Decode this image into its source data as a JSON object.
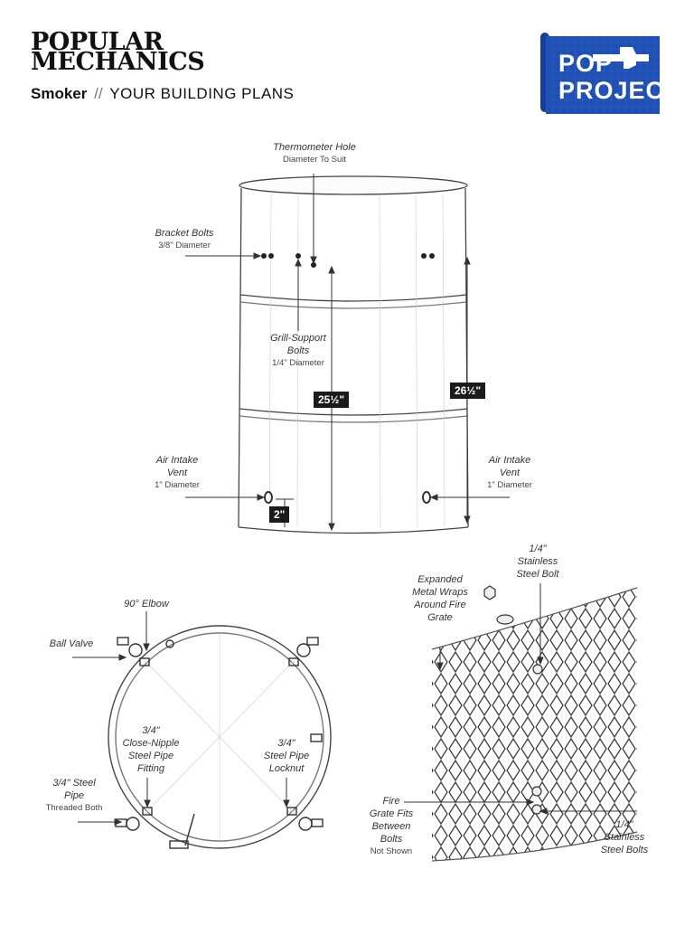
{
  "header": {
    "brand_line1": "POPULAR",
    "brand_line2": "MECHANICS",
    "project": "Smoker",
    "separator": "//",
    "plans": "YOUR BUILDING PLANS"
  },
  "logo": {
    "line1": "POP",
    "line2": "PROJECTS",
    "color": "#1e4fb4",
    "icon": "hammer-icon"
  },
  "barrel_labels": {
    "thermometer": {
      "title": "Thermometer Hole",
      "sub": "Diameter To Suit"
    },
    "bracket": {
      "title": "Bracket Bolts",
      "sub": "3/8\" Diameter"
    },
    "grill_support": {
      "title1": "Grill-Support",
      "title2": "Bolts",
      "sub": "1/4\" Diameter"
    },
    "air_left": {
      "title1": "Air Intake",
      "title2": "Vent",
      "sub": "1\" Diameter"
    },
    "air_right": {
      "title1": "Air Intake",
      "title2": "Vent",
      "sub": "1\" Diameter"
    }
  },
  "dimensions": {
    "height_inner": "25½\"",
    "height_outer": "26½\"",
    "vent_offset": "2\""
  },
  "ring_labels": {
    "elbow": "90° Elbow",
    "ball_valve": "Ball Valve",
    "nipple": [
      "3/4\"",
      "Close-Nipple",
      "Steel Pipe",
      "Fitting"
    ],
    "locknut": [
      "3/4\"",
      "Steel Pipe",
      "Locknut"
    ],
    "pipe_title": [
      "3/4\" Steel",
      "Pipe"
    ],
    "pipe_sub": "Threaded Both"
  },
  "grate_labels": {
    "expanded": [
      "Expanded",
      "Metal Wraps",
      "Around Fire",
      "Grate"
    ],
    "bolt_top": [
      "1/4\"",
      "Stainless",
      "Steel Bolt"
    ],
    "fire_grate_title": [
      "Fire",
      "Grate Fits",
      "Between",
      "Bolts"
    ],
    "fire_grate_sub": "Not Shown",
    "bolts_bottom": [
      "1/4\"",
      "Stainless",
      "Steel Bolts"
    ]
  }
}
